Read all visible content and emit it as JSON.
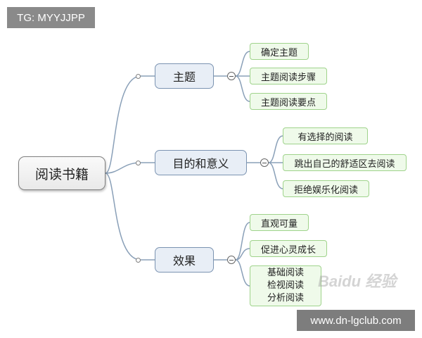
{
  "tag": "TG: MYYJJPP",
  "root": "阅读书籍",
  "branches": [
    {
      "label": "主题",
      "children": [
        "确定主题",
        "主题阅读步骤",
        "主题阅读要点"
      ]
    },
    {
      "label": "目的和意义",
      "children": [
        "有选择的阅读",
        "跳出自己的舒适区去阅读",
        "拒绝娱乐化阅读"
      ]
    },
    {
      "label": "效果",
      "children": [
        "直观可量",
        "促进心灵成长"
      ],
      "multi_child": [
        "基础阅读",
        "检视阅读",
        "分析阅读"
      ]
    }
  ],
  "watermark": "Baidu 经验",
  "url": "www.dn-lgclub.com",
  "colors": {
    "branch_border": "#7b93b1",
    "leaf_border": "#9fd38b",
    "line": "#8aa0b8"
  }
}
